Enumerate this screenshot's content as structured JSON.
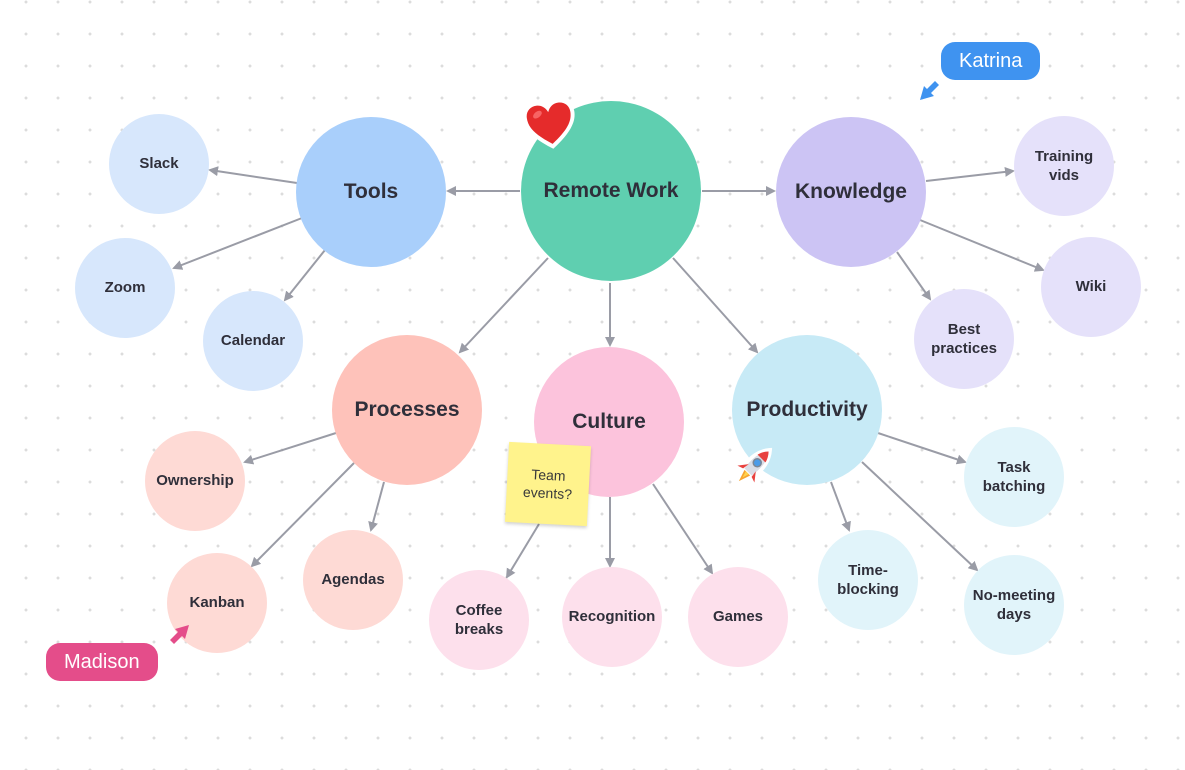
{
  "colors": {
    "remote_work": "#5fcfb0",
    "tools": "#a9cffb",
    "tools_leaf": "#d7e7fc",
    "knowledge": "#ccc4f4",
    "knowledge_leaf": "#e5e1fa",
    "processes": "#fec2ba",
    "processes_leaf": "#fedad5",
    "culture": "#fcc3dc",
    "culture_leaf": "#fde0ec",
    "productivity": "#c7eaf6",
    "productivity_leaf": "#e1f4fa",
    "edge": "#9a9ca6",
    "katrina": "#3f93f0",
    "madison": "#e44d8a",
    "sticky": "#fff38c"
  },
  "nodes": {
    "remote_work": "Remote Work",
    "tools": "Tools",
    "knowledge": "Knowledge",
    "processes": "Processes",
    "culture": "Culture",
    "productivity": "Productivity",
    "slack": "Slack",
    "zoom": "Zoom",
    "calendar": "Calendar",
    "training_vids": "Training\nvids",
    "wiki": "Wiki",
    "best_practices": "Best\npractices",
    "ownership": "Ownership",
    "kanban": "Kanban",
    "agendas": "Agendas",
    "coffee_breaks": "Coffee\nbreaks",
    "recognition": "Recognition",
    "games": "Games",
    "task_batching": "Task\nbatching",
    "time_blocking": "Time-\nblocking",
    "no_meeting_days": "No-meeting\ndays"
  },
  "sticky_note": "Team\nevents?",
  "cursors": {
    "katrina": "Katrina",
    "madison": "Madison"
  },
  "stickers": {
    "heart": "heart-sticker",
    "rocket": "rocket-sticker"
  }
}
